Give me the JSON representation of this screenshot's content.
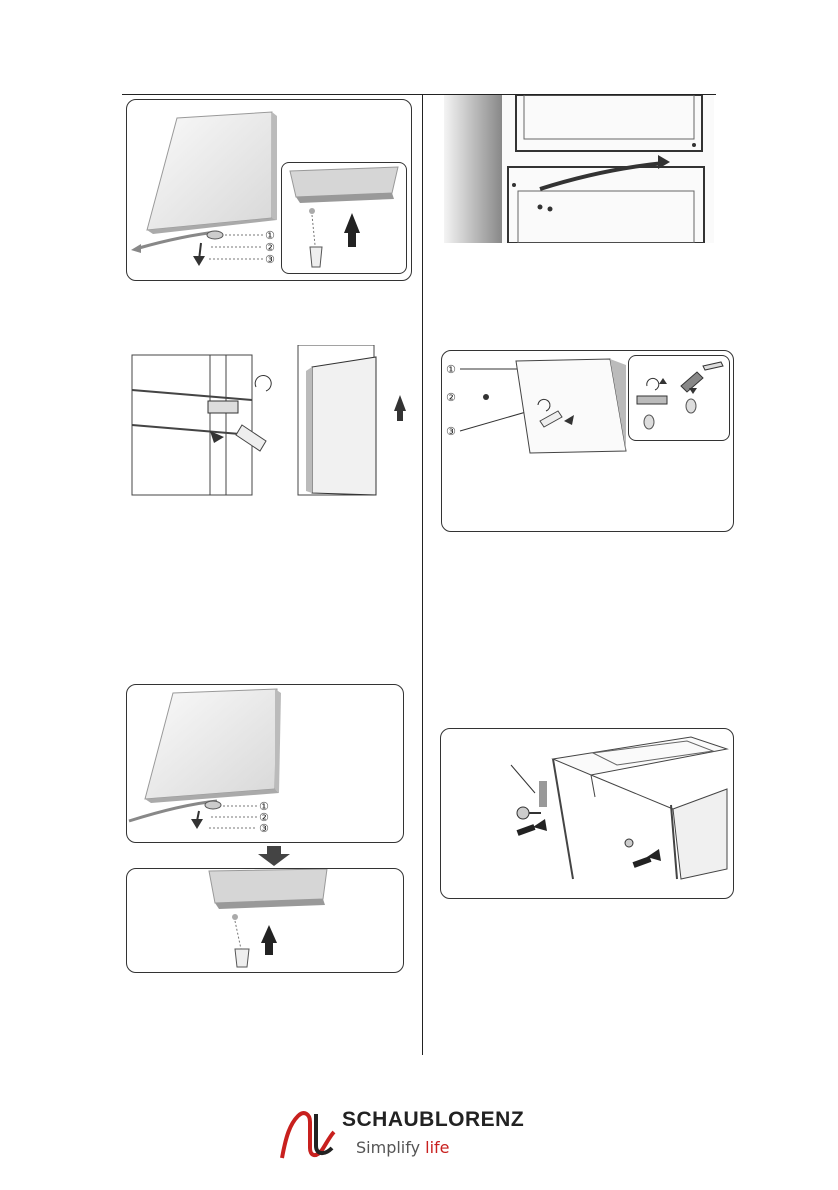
{
  "markers": {
    "one": "①",
    "two": "②",
    "three": "③"
  },
  "brand": {
    "name_part1": "Schaub",
    "name_part2": "Lorenz",
    "tagline_part1": "Simplify ",
    "tagline_part2": "life",
    "accent_color": "#c8201e"
  },
  "icons": {
    "arrow": "arrow-icon",
    "screwdriver": "screwdriver-icon",
    "screw": "screw-icon"
  }
}
